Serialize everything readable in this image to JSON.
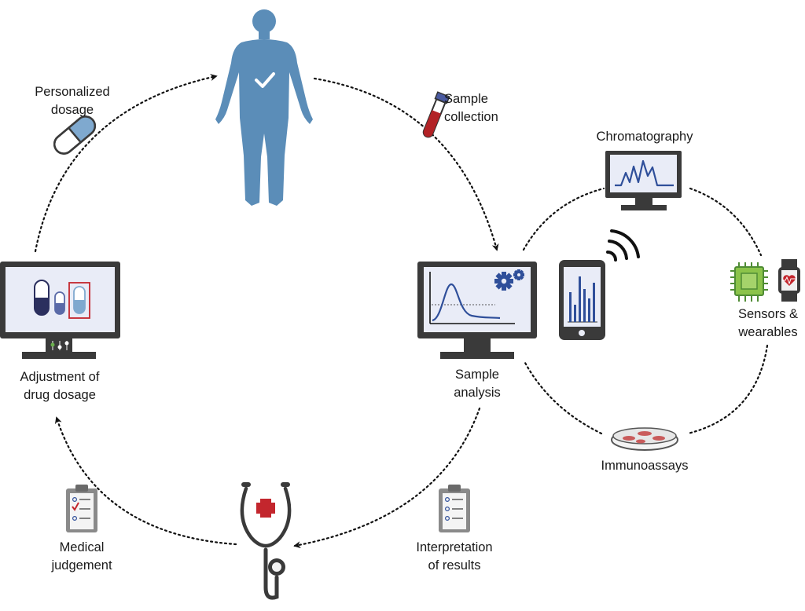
{
  "labels": {
    "personalized": [
      "Personalized",
      "dosage"
    ],
    "sample_collection": [
      "Sample",
      "collection"
    ],
    "chromatography": "Chromatography",
    "sensors": [
      "Sensors &",
      "wearables"
    ],
    "sample_analysis": [
      "Sample",
      "analysis"
    ],
    "immunoassays": "Immunoassays",
    "adjustment": [
      "Adjustment of",
      "drug dosage"
    ],
    "medical": [
      "Medical",
      "judgement"
    ],
    "interpretation": [
      "Interpretation",
      "of results"
    ]
  },
  "icons": {
    "human_body": "human-body-icon",
    "capsule": "capsule-icon",
    "blood_tube": "blood-tube-icon",
    "chromatography_monitor": "chromatography-monitor-icon",
    "analysis_monitor": "analysis-monitor-icon",
    "smartphone": "smartphone-chart-icon",
    "wireless": "wireless-signal-icon",
    "chip": "sensor-chip-icon",
    "smartwatch": "smartwatch-icon",
    "petri_dish": "petri-dish-icon",
    "dosage_monitor": "dosage-monitor-icon",
    "clipboard": "clipboard-icon",
    "stethoscope": "stethoscope-icon"
  },
  "colors": {
    "body": "#5b8db8",
    "screen": "#e9ecf7",
    "monitor": "#3a3a3a",
    "curve": "#2f4f9a",
    "accent_red": "#c3262d",
    "chip_green": "#6ab04c",
    "pill_navy": "#2b2f5e"
  }
}
